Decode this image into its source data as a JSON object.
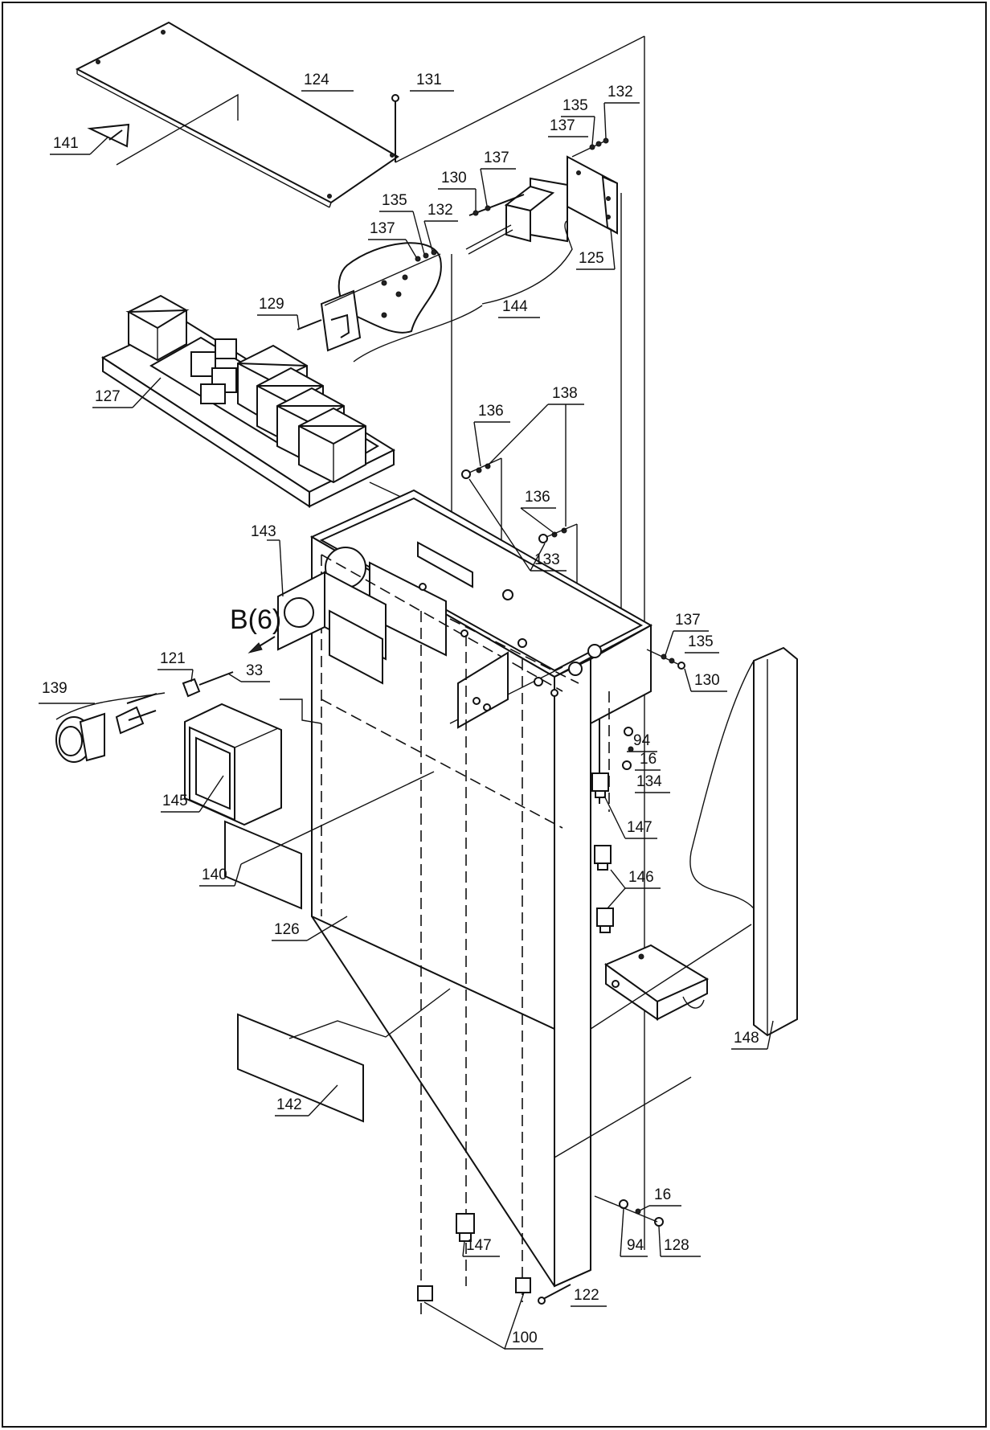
{
  "view_label": "B(6)",
  "callouts": [
    {
      "id": "c124",
      "text": "124"
    },
    {
      "id": "c131",
      "text": "131"
    },
    {
      "id": "c141",
      "text": "141"
    },
    {
      "id": "c135a",
      "text": "135"
    },
    {
      "id": "c132a",
      "text": "132"
    },
    {
      "id": "c137a",
      "text": "137"
    },
    {
      "id": "c130a",
      "text": "130"
    },
    {
      "id": "c137b",
      "text": "137"
    },
    {
      "id": "c135b",
      "text": "135"
    },
    {
      "id": "c132b",
      "text": "132"
    },
    {
      "id": "c137c",
      "text": "137"
    },
    {
      "id": "c125",
      "text": "125"
    },
    {
      "id": "c129",
      "text": "129"
    },
    {
      "id": "c144",
      "text": "144"
    },
    {
      "id": "c127",
      "text": "127"
    },
    {
      "id": "c136a",
      "text": "136"
    },
    {
      "id": "c138",
      "text": "138"
    },
    {
      "id": "c136b",
      "text": "136"
    },
    {
      "id": "c133",
      "text": "133"
    },
    {
      "id": "c143",
      "text": "143"
    },
    {
      "id": "c137d",
      "text": "137"
    },
    {
      "id": "c135c",
      "text": "135"
    },
    {
      "id": "c130b",
      "text": "130"
    },
    {
      "id": "c121",
      "text": "121"
    },
    {
      "id": "c139",
      "text": "139"
    },
    {
      "id": "c33",
      "text": "33"
    },
    {
      "id": "c145",
      "text": "145"
    },
    {
      "id": "c94a",
      "text": "94"
    },
    {
      "id": "c16a",
      "text": "16"
    },
    {
      "id": "c134",
      "text": "134"
    },
    {
      "id": "c147a",
      "text": "147"
    },
    {
      "id": "c140",
      "text": "140"
    },
    {
      "id": "c146",
      "text": "146"
    },
    {
      "id": "c126",
      "text": "126"
    },
    {
      "id": "c148",
      "text": "148"
    },
    {
      "id": "c142",
      "text": "142"
    },
    {
      "id": "c16b",
      "text": "16"
    },
    {
      "id": "c147b",
      "text": "147"
    },
    {
      "id": "c94b",
      "text": "94"
    },
    {
      "id": "c128",
      "text": "128"
    },
    {
      "id": "c122",
      "text": "122"
    },
    {
      "id": "c100",
      "text": "100"
    }
  ]
}
